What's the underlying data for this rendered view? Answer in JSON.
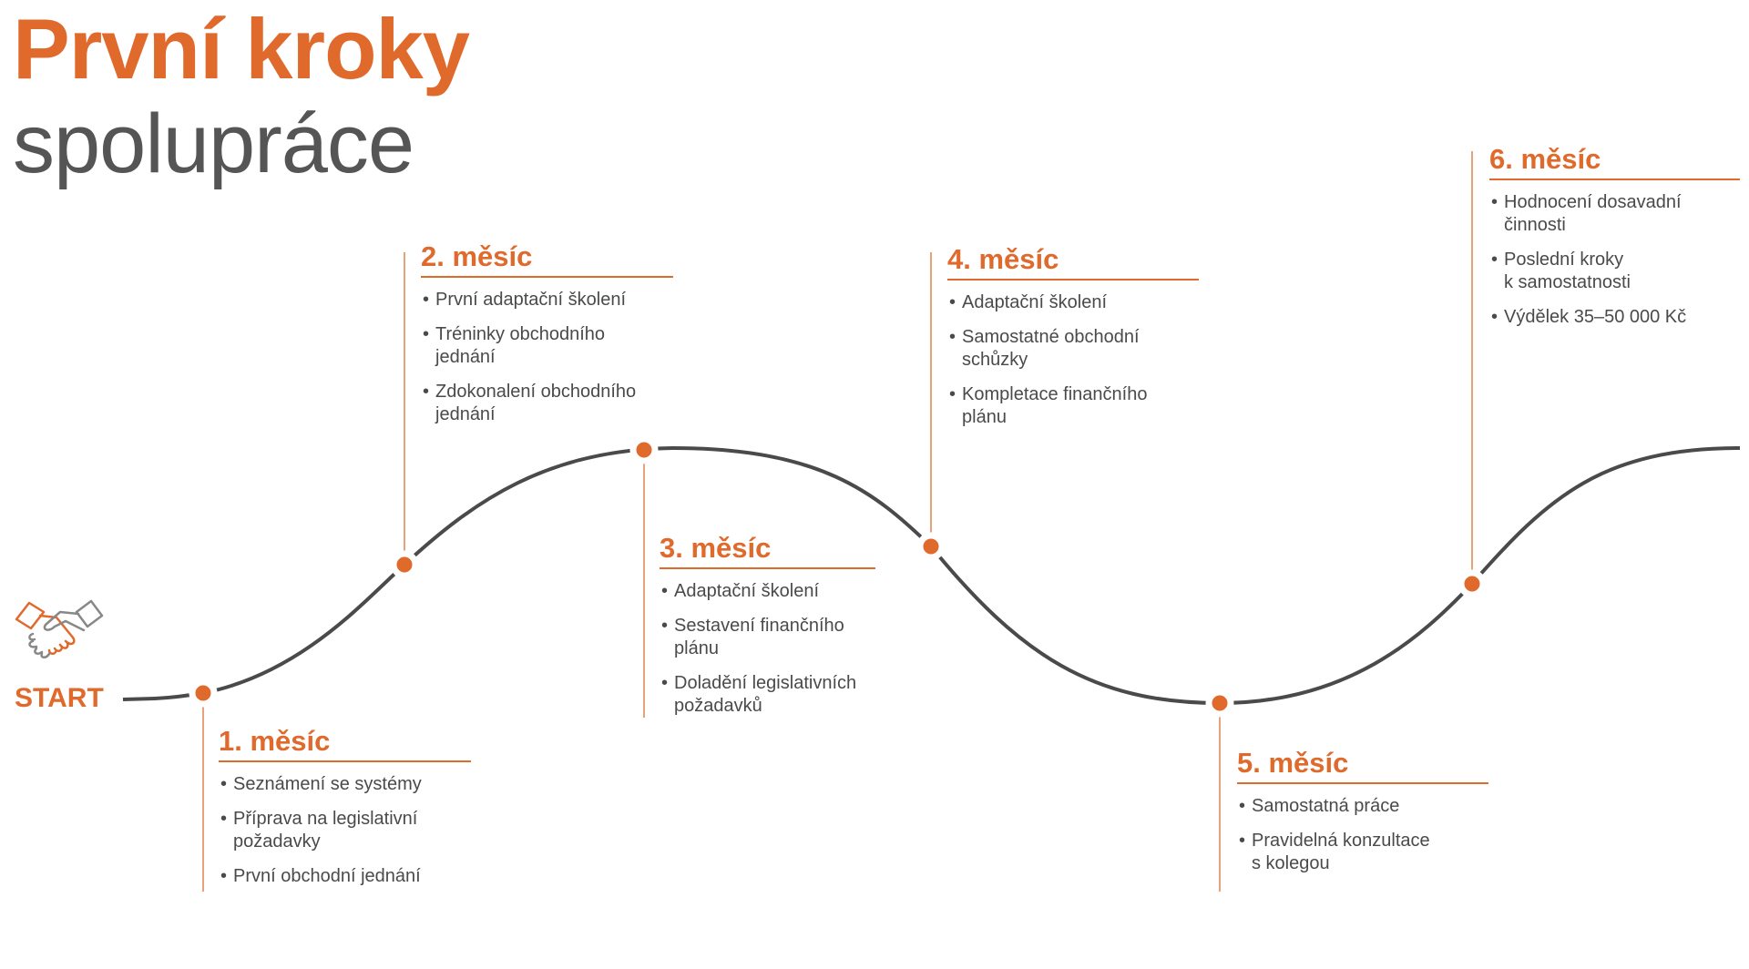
{
  "title": {
    "line1": "První kroky",
    "line2": "spolupráce"
  },
  "start": {
    "label": "START",
    "icon": "handshake-icon"
  },
  "colors": {
    "accent": "#E06A2C",
    "curve": "#4a4a4a",
    "text": "#4a4a4a"
  },
  "months": [
    {
      "heading": "1. měsíc",
      "items": [
        "Seznámení se systémy",
        "Příprava na legislativní\npožadavky",
        "První obchodní jednání"
      ]
    },
    {
      "heading": "2. měsíc",
      "items": [
        "První adaptační školení",
        "Tréninky obchodního\njednání",
        "Zdokonalení obchodního\njednání"
      ]
    },
    {
      "heading": "3. měsíc",
      "items": [
        "Adaptační školení",
        "Sestavení finančního\nplánu",
        "Doladění legislativních\npožadavků"
      ]
    },
    {
      "heading": "4. měsíc",
      "items": [
        "Adaptační školení",
        "Samostatné obchodní\nschůzky",
        "Kompletace finančního\nplánu"
      ]
    },
    {
      "heading": "5. měsíc",
      "items": [
        "Samostatná práce",
        "Pravidelná konzultace\ns kolegou"
      ]
    },
    {
      "heading": "6. měsíc",
      "items": [
        "Hodnocení dosavadní\nčinnosti",
        "Poslední kroky\nk samostatnosti",
        "Výdělek 35–50 000 Kč"
      ]
    }
  ]
}
